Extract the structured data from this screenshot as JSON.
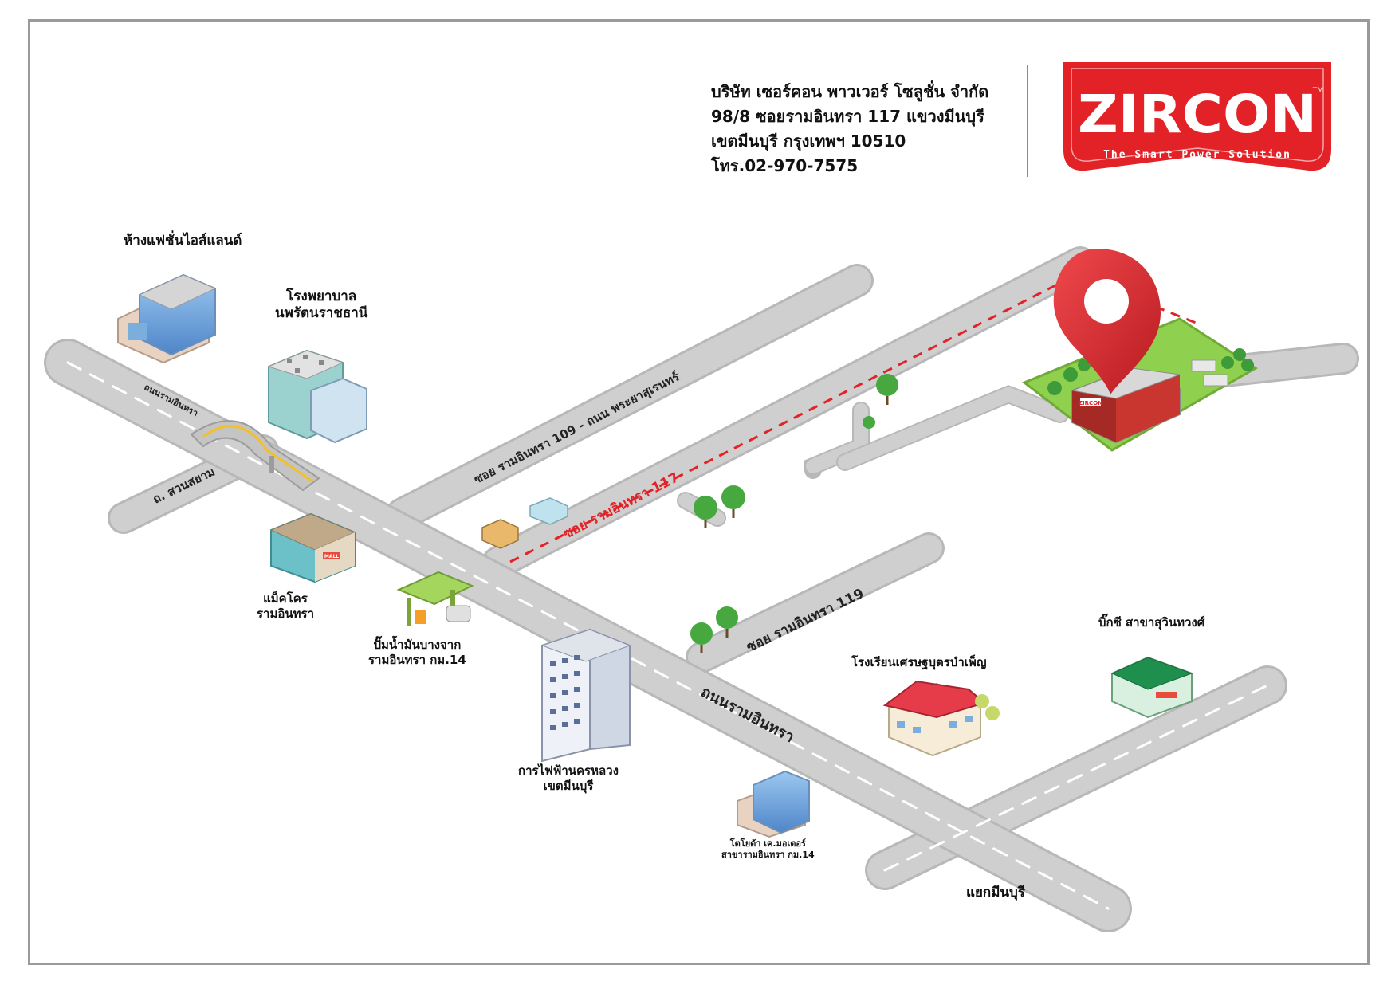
{
  "company": {
    "line1": "บริษัท เซอร์คอน พาวเวอร์ โซลูชั่น จำกัด",
    "line2": "98/8 ซอยรามอินทรา 117 แขวงมีนบุรี",
    "line3": "เขตมีนบุรี  กรุงเทพฯ  10510",
    "line4": "โทร.02-970-7575"
  },
  "logo": {
    "wordmark": "ZIRCON",
    "tm": "TM",
    "tagline": "The Smart Power Solution",
    "color": "#e32228"
  },
  "roads": {
    "main": "ถนนรามอินทรา",
    "main_small": "ถนนรามอินทรา",
    "suan_siam": "ถ. สวนสยาม",
    "soi109": "ซอย รามอินทรา 109  -  ถนน พระยาสุเรนทร์",
    "soi117": "ซอย รามอินทรา 117",
    "soi119": "ซอย รามอินทรา 119"
  },
  "landmarks": {
    "fashion_island": "ห้างแฟชั่นไอส์แลนด์",
    "hospital_1": "โรงพยาบาล",
    "hospital_2": "นพรัตนราชธานี",
    "makro_1": "แม็คโคร",
    "makro_2": "รามอินทรา",
    "gas_1": "ปั๊มน้ำมันบางจาก",
    "gas_2": "รามอินทรา กม.14",
    "mea_1": "การไฟฟ้านครหลวง",
    "mea_2": "เขตมีนบุรี",
    "toyota_1": "โตโยต้า เค.มอเตอร์",
    "toyota_2": "สาขารามอินทรา กม.14",
    "school": "โรงเรียนเศรษฐบุตรบำเพ็ญ",
    "bigc": "บิ๊กซี สาขาสุวินทวงศ์",
    "junction": "แยกมีนบุรี",
    "mall_sign": "MALL"
  },
  "colors": {
    "road": "#cfcfcf",
    "road_edge": "#b5b5b5",
    "grass": "#8fd14f",
    "route": "#e32228",
    "pin": "#e8383d"
  }
}
